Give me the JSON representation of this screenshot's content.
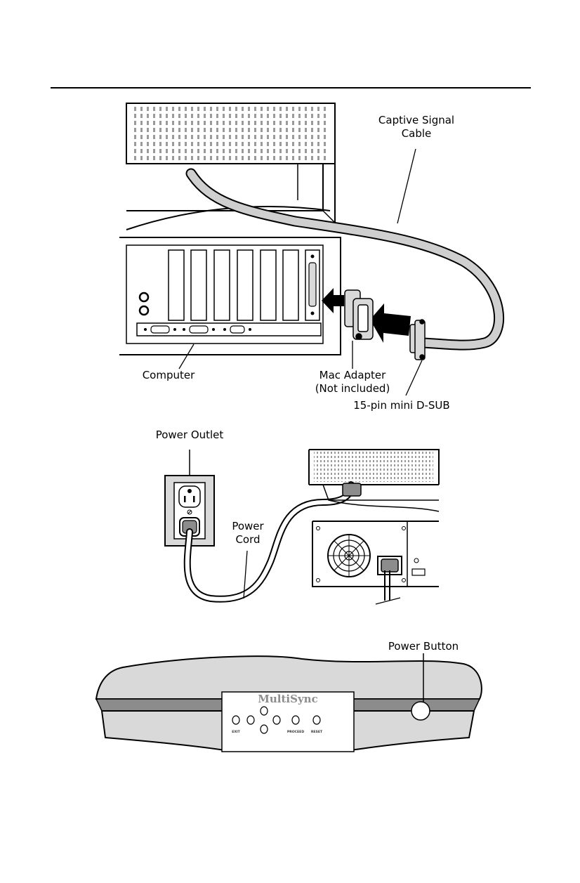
{
  "labels": {
    "captive_signal_line1": "Captive Signal",
    "captive_signal_line2": "Cable",
    "computer": "Computer",
    "mac_adapter_line1": "Mac Adapter",
    "mac_adapter_line2": "(Not included)",
    "dsub": "15-pin mini D-SUB",
    "power_outlet": "Power Outlet",
    "power_cord_line1": "Power",
    "power_cord_line2": "Cord",
    "power_button": "Power Button"
  },
  "front_panel": {
    "brand": "MultiSync",
    "buttons": [
      "EXIT",
      "PROCEED",
      "RESET"
    ]
  },
  "colors": {
    "gray_fill": "#d9d9d9",
    "dark_gray": "#8c8c8c",
    "line": "#000000"
  }
}
